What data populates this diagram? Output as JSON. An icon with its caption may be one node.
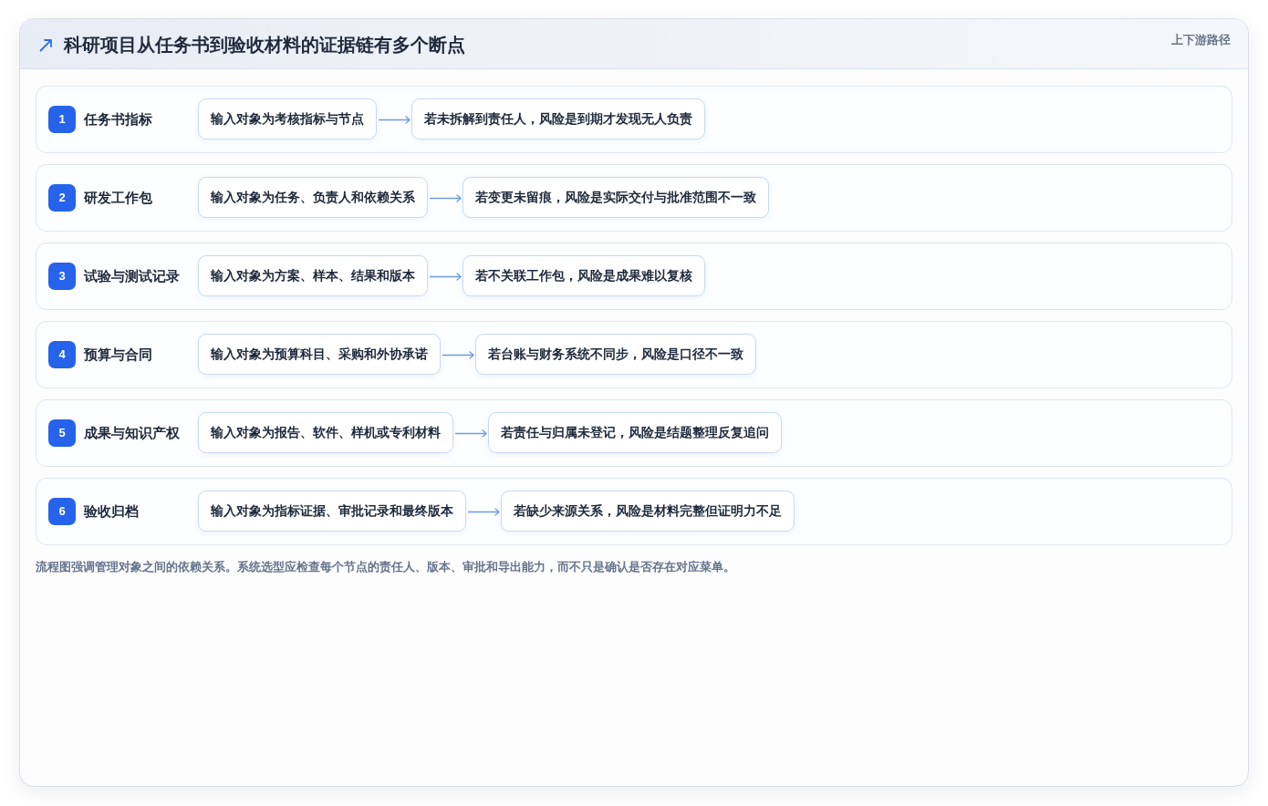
{
  "diagram": {
    "title": "科研项目从任务书到验收材料的证据链有多个断点",
    "caption": "流程图强调管理对象之间的依赖关系。系统选型应检查每个节点的责任人、版本、审批和导出能力，而不只是确认是否存在对应菜单。",
    "labels": [
      "上下游路径"
    ],
    "nodes": [
      {
        "text": [
          "1",
          "任务书指标"
        ]
      },
      {
        "text": [
          "输入对象为考核指标与节点"
        ],
        "in": 0
      },
      {
        "text": [
          "若未拆解到责任人，风险是到期才发现无人负责"
        ],
        "in": 0
      },
      {
        "text": [
          "2",
          "研发工作包"
        ]
      },
      {
        "text": [
          "输入对象为任务、负责人和依赖关系"
        ],
        "in": 3
      },
      {
        "text": [
          "若变更未留痕，风险是实际交付与批准范围不一致"
        ],
        "in": 3
      },
      {
        "text": [
          "3",
          "试验与测试记录"
        ]
      },
      {
        "text": [
          "输入对象为方案、样本、结果和版本"
        ],
        "in": 6
      },
      {
        "text": [
          "若不关联工作包，风险是成果难以复核"
        ],
        "in": 6
      },
      {
        "text": [
          "4",
          "预算与合同"
        ]
      },
      {
        "text": [
          "输入对象为预算科目、采购和外协承诺"
        ],
        "in": 9
      },
      {
        "text": [
          "若台账与财务系统不同步，风险是口径不一致"
        ],
        "in": 9
      },
      {
        "text": [
          "5",
          "成果与知识产权"
        ]
      },
      {
        "text": [
          "输入对象为报告、软件、样机或专利材料"
        ],
        "in": 12
      },
      {
        "text": [
          "若责任与归属未登记，风险是结题整理反复追问"
        ],
        "in": 12
      },
      {
        "text": [
          "6",
          "验收归档"
        ]
      },
      {
        "text": [
          "输入对象为指标证据、审批记录和最终版本"
        ],
        "in": 15
      },
      {
        "text": [
          "若缺少来源关系，风险是材料完整但证明力不足"
        ],
        "in": 15
      }
    ],
    "edges": [
      {
        "from": 1,
        "to": 2,
        "arrow": "to"
      },
      {
        "from": 4,
        "to": 5,
        "arrow": "to"
      },
      {
        "from": 7,
        "to": 8,
        "arrow": "to"
      },
      {
        "from": 10,
        "to": 11,
        "arrow": "to"
      },
      {
        "from": 13,
        "to": 14,
        "arrow": "to"
      },
      {
        "from": 16,
        "to": 17,
        "arrow": "to"
      }
    ]
  }
}
